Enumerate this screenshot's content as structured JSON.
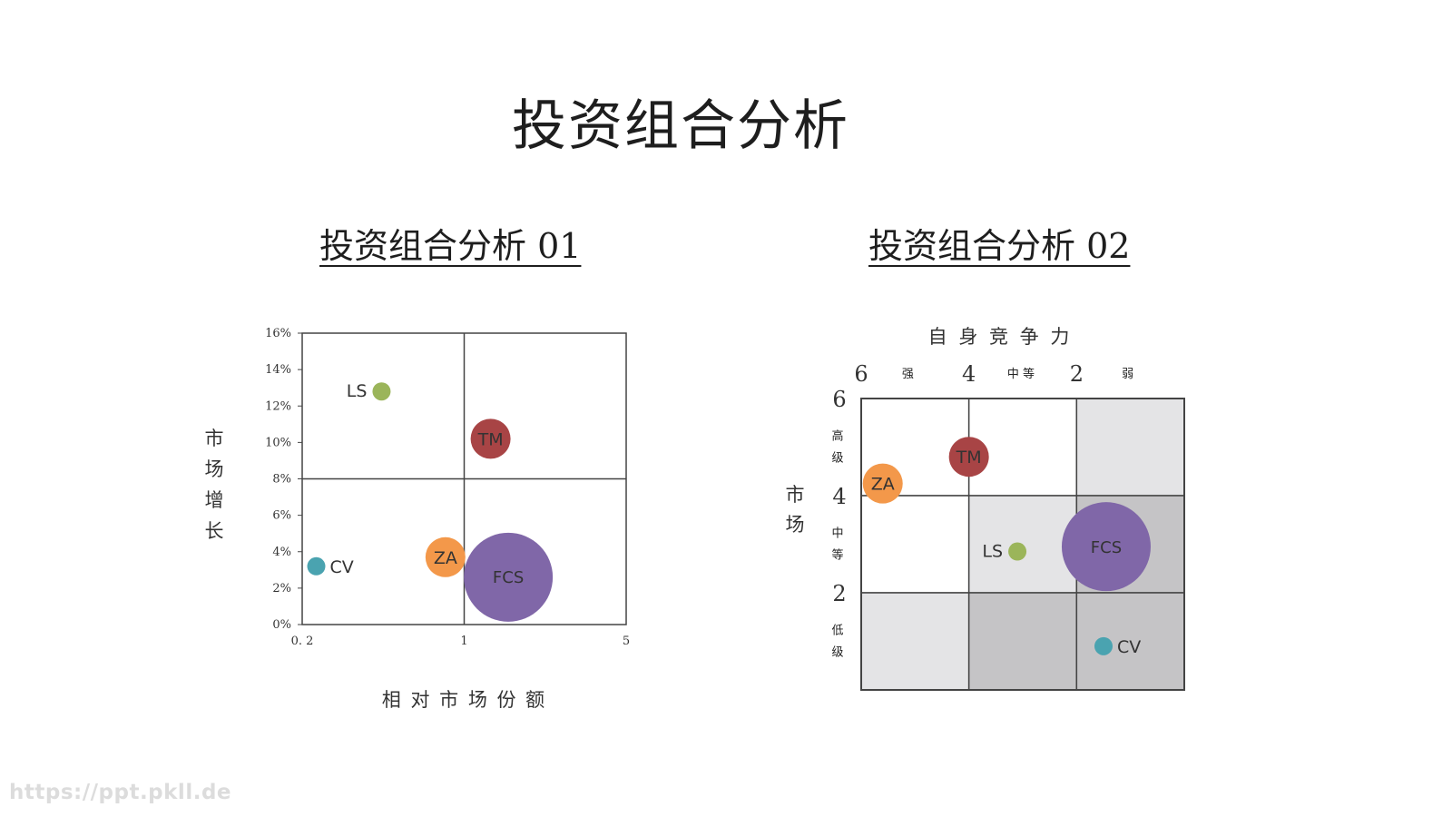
{
  "title": "投资组合分析",
  "watermark": "https://ppt.pkll.de",
  "colors": {
    "green": "#9bb55a",
    "red": "#a84445",
    "orange": "#f3984a",
    "purple": "#8067a8",
    "teal": "#4aa3b0",
    "cell_light": "#e4e4e6",
    "cell_mid": "#c5c4c6"
  },
  "chart_data": [
    {
      "type": "scatter",
      "title": "投资组合分析 01",
      "xlabel": "相 对 市 场 份 额",
      "ylabel": [
        "市",
        "场",
        "增",
        "长"
      ],
      "x_tick_labels": [
        "0. 2",
        "1",
        "5"
      ],
      "x_scale": "log",
      "xlim": [
        0.2,
        5
      ],
      "ylim": [
        0,
        16
      ],
      "y_ticks": [
        0,
        2,
        4,
        6,
        8,
        10,
        12,
        14,
        16
      ],
      "y_tick_suffix": "%",
      "quadrant_lines": {
        "x": 1,
        "y": 8
      },
      "points": [
        {
          "name": "LS",
          "x": 0.44,
          "y": 12.8,
          "size": 1,
          "color": "green",
          "label_pos": "left"
        },
        {
          "name": "TM",
          "x": 1.3,
          "y": 10.2,
          "size": 2,
          "color": "red",
          "label_pos": "inside"
        },
        {
          "name": "CV",
          "x": 0.23,
          "y": 3.2,
          "size": 1,
          "color": "teal",
          "label_pos": "right"
        },
        {
          "name": "ZA",
          "x": 0.83,
          "y": 3.7,
          "size": 2,
          "color": "orange",
          "label_pos": "inside"
        },
        {
          "name": "FCS",
          "x": 1.55,
          "y": 2.6,
          "size": 5,
          "color": "purple",
          "label_pos": "inside"
        }
      ]
    },
    {
      "type": "scatter",
      "title": "投资组合分析 02",
      "xlabel": "自 身 竞 争 力",
      "ylabel": [
        "市",
        "场"
      ],
      "x_ticks": [
        6,
        4,
        2
      ],
      "y_ticks": [
        6,
        4,
        2
      ],
      "xlim": [
        6,
        0
      ],
      "ylim": [
        0,
        6
      ],
      "x_zone_labels": [
        "强",
        "中 等",
        "弱"
      ],
      "y_zone_labels": [
        [
          "高",
          "级"
        ],
        [
          "中",
          "等"
        ],
        [
          "低",
          "级"
        ]
      ],
      "cell_shades": [
        [
          "white",
          "white",
          "cell_light"
        ],
        [
          "white",
          "cell_light",
          "cell_mid"
        ],
        [
          "cell_light",
          "cell_mid",
          "cell_mid"
        ]
      ],
      "points": [
        {
          "name": "ZA",
          "x": 5.6,
          "y": 4.25,
          "size": 2,
          "color": "orange",
          "label_pos": "inside"
        },
        {
          "name": "TM",
          "x": 4.0,
          "y": 4.8,
          "size": 2,
          "color": "red",
          "label_pos": "inside"
        },
        {
          "name": "LS",
          "x": 3.1,
          "y": 2.85,
          "size": 1,
          "color": "green",
          "label_pos": "left"
        },
        {
          "name": "FCS",
          "x": 1.45,
          "y": 2.95,
          "size": 5,
          "color": "purple",
          "label_pos": "inside"
        },
        {
          "name": "CV",
          "x": 1.5,
          "y": 0.9,
          "size": 1,
          "color": "teal",
          "label_pos": "right"
        }
      ]
    }
  ]
}
